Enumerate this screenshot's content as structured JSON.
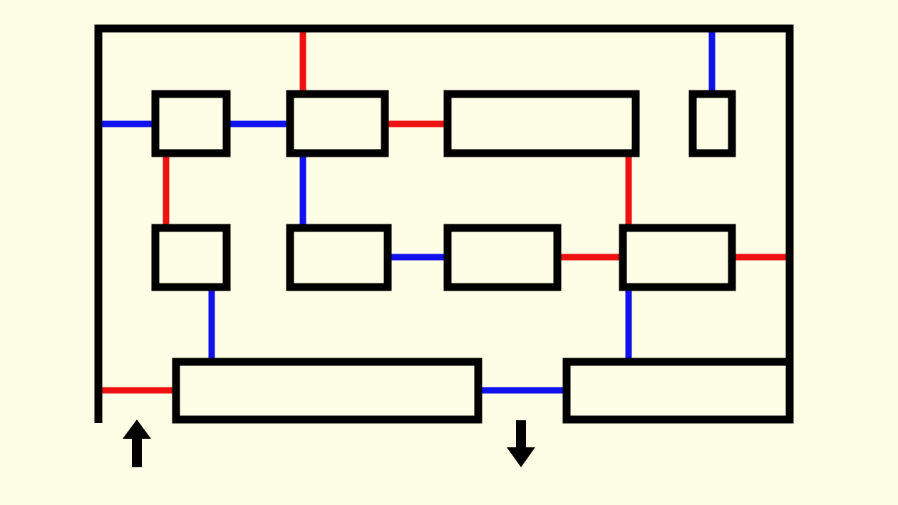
{
  "colors": {
    "background": "#fefee6",
    "outline": "#000000",
    "red_path": "#ee1111",
    "blue_path": "#1111ee"
  },
  "arrows": [
    {
      "id": "entry-arrow",
      "direction": "up"
    },
    {
      "id": "exit-arrow",
      "direction": "down"
    }
  ],
  "connector_colors": [
    "blue",
    "red",
    "blue",
    "red",
    "red",
    "blue",
    "blue",
    "blue",
    "red",
    "red",
    "red",
    "blue",
    "blue",
    "red",
    "blue"
  ]
}
